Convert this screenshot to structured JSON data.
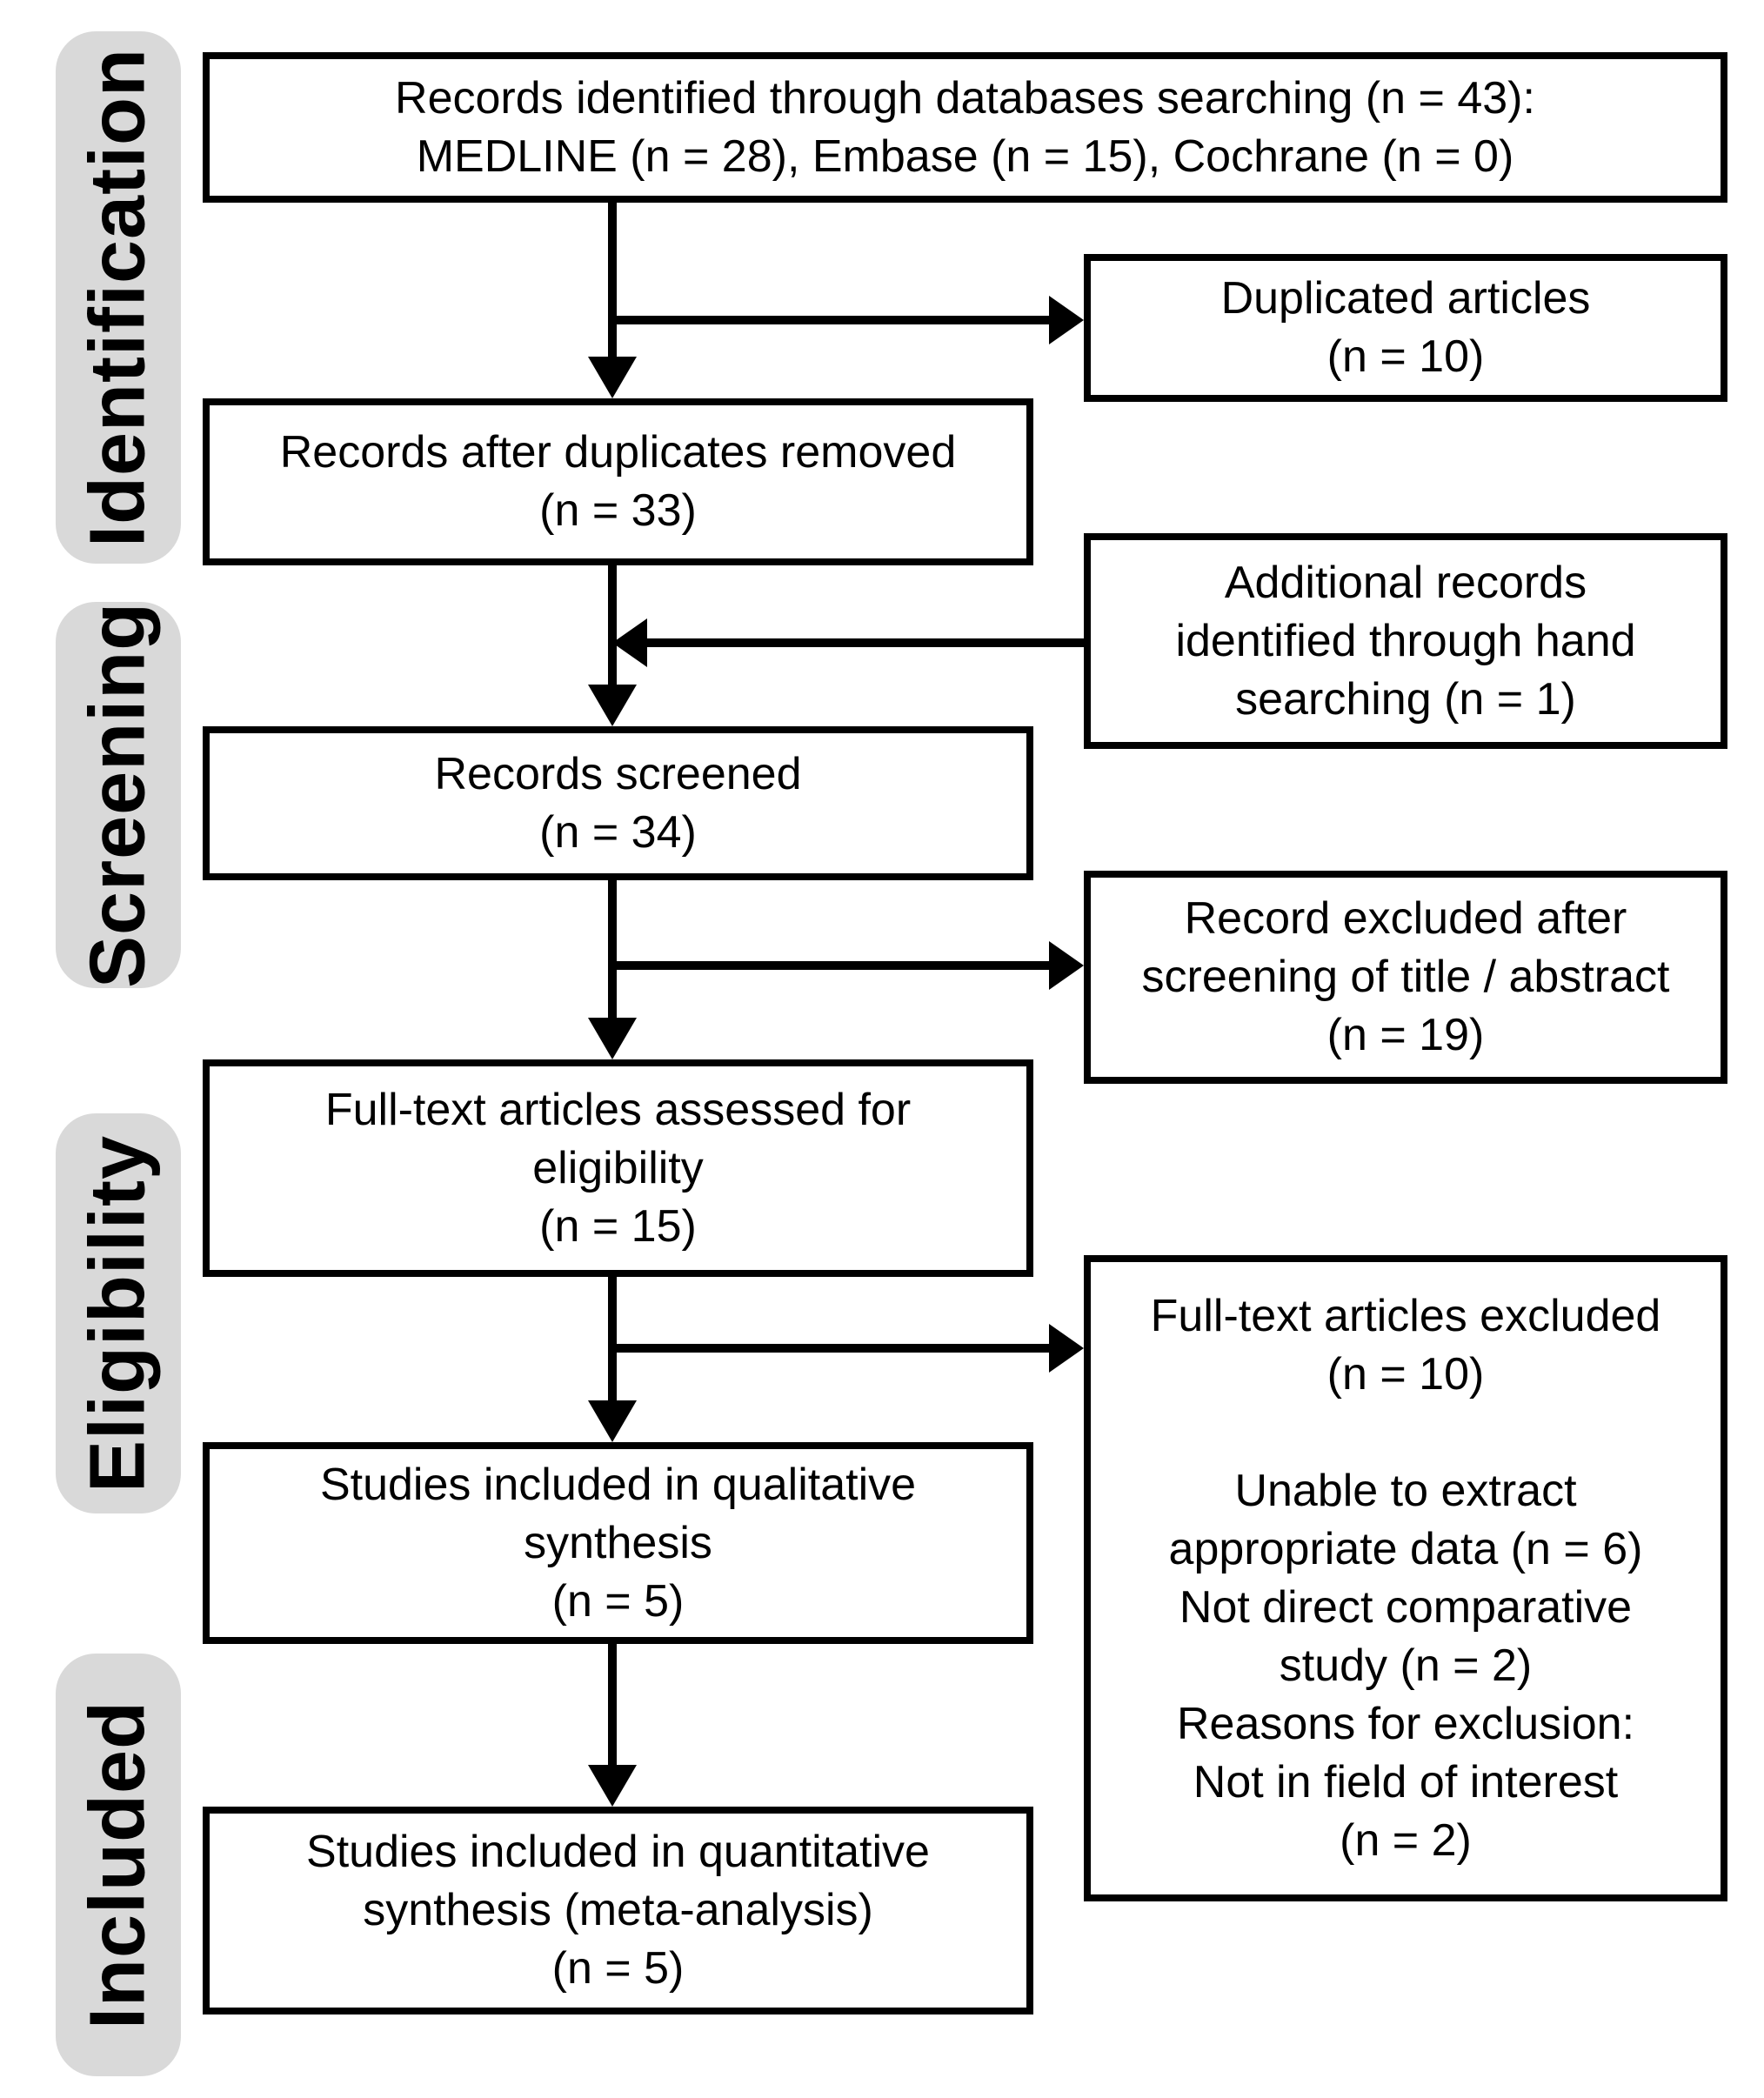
{
  "figure": {
    "type": "prisma-flow-diagram",
    "colors": {
      "background": "#ffffff",
      "box_fill": "#ffffff",
      "box_border": "#000000",
      "text": "#000000",
      "stage_fill": "#d9d9d9",
      "stage_text": "#000000"
    },
    "stage_labels": [
      {
        "id": "identification",
        "label": "Identification"
      },
      {
        "id": "screening",
        "label": "Screening"
      },
      {
        "id": "eligibility",
        "label": "Eligibility"
      },
      {
        "id": "included",
        "label": "Included"
      }
    ],
    "boxes": {
      "records_identified": {
        "lines": [
          "Records identified through databases searching (n = 43):",
          "MEDLINE (n = 28), Embase (n = 15), Cochrane (n = 0)"
        ]
      },
      "duplicated_articles": {
        "lines": [
          "Duplicated articles",
          "(n = 10)"
        ]
      },
      "records_after_duplicates": {
        "lines": [
          "Records after duplicates removed",
          "(n = 33)"
        ]
      },
      "additional_hand_searching": {
        "lines": [
          "Additional records",
          "identified through hand",
          "searching (n = 1)"
        ]
      },
      "records_screened": {
        "lines": [
          "Records screened",
          "(n = 34)"
        ]
      },
      "excluded_title_abstract": {
        "lines": [
          "Record excluded after",
          "screening of title / abstract",
          "(n = 19)"
        ]
      },
      "fulltext_assessed": {
        "lines": [
          "Full-text articles assessed for",
          "eligibility",
          "(n = 15)"
        ]
      },
      "fulltext_excluded": {
        "lines": [
          "Full-text articles excluded",
          "(n = 10)",
          "",
          "Unable to extract",
          "appropriate data (n = 6)",
          "Not direct comparative",
          "study (n = 2)",
          "Reasons for exclusion:",
          "Not in field of interest",
          "(n = 2)"
        ]
      },
      "qualitative_synthesis": {
        "lines": [
          "Studies included in qualitative",
          "synthesis",
          "(n = 5)"
        ]
      },
      "quantitative_synthesis": {
        "lines": [
          "Studies included in quantitative",
          "synthesis (meta-analysis)",
          "(n = 5)"
        ]
      }
    },
    "arrows": [
      {
        "from": "records_identified",
        "to": "records_after_duplicates",
        "direction": "down"
      },
      {
        "from": "records_identified",
        "to": "duplicated_articles",
        "direction": "right"
      },
      {
        "from": "additional_hand_searching",
        "to": "records_screened",
        "direction": "left-into-main-flow"
      },
      {
        "from": "records_after_duplicates",
        "to": "records_screened",
        "direction": "down"
      },
      {
        "from": "records_screened",
        "to": "excluded_title_abstract",
        "direction": "right"
      },
      {
        "from": "records_screened",
        "to": "fulltext_assessed",
        "direction": "down"
      },
      {
        "from": "fulltext_assessed",
        "to": "fulltext_excluded",
        "direction": "right"
      },
      {
        "from": "fulltext_assessed",
        "to": "qualitative_synthesis",
        "direction": "down"
      },
      {
        "from": "qualitative_synthesis",
        "to": "quantitative_synthesis",
        "direction": "down"
      }
    ]
  }
}
